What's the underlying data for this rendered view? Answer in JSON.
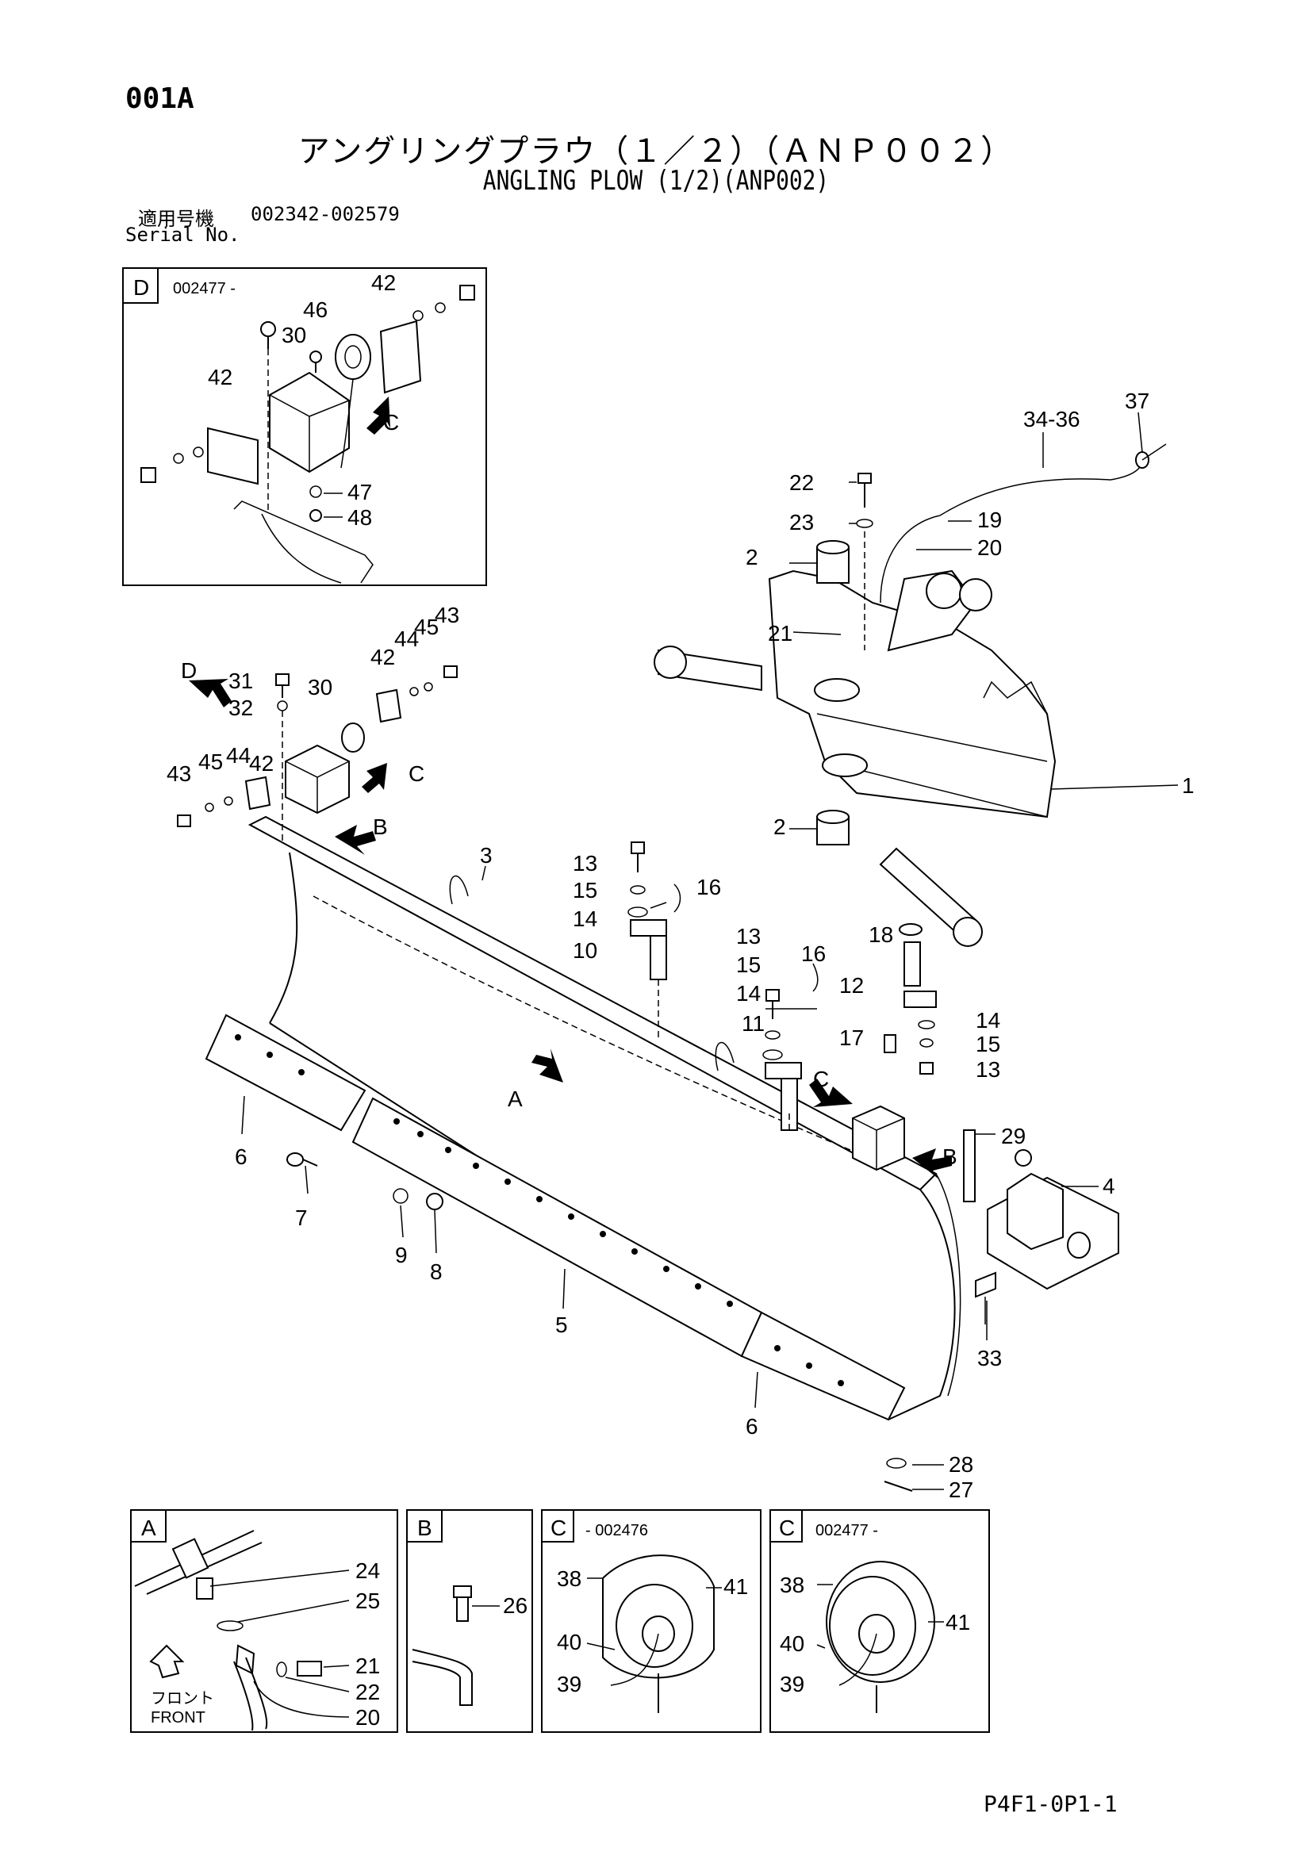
{
  "page_code": "001A",
  "title_jp": "アングリングプラウ（１／２）（ＡＮＰ００２）",
  "title_en": "ANGLING PLOW (1/2)(ANP002)",
  "serial": {
    "label_jp": "適用号機",
    "value": "002342-002579",
    "label_en": "Serial No."
  },
  "footer_code": "P4F1-0P1-1",
  "inset_d": {
    "tag": "D",
    "range": "002477 -",
    "labels": [
      "42",
      "46",
      "30",
      "42",
      "47",
      "48",
      "C"
    ]
  },
  "inset_a": {
    "tag": "A",
    "labels": [
      "24",
      "25",
      "21",
      "22",
      "20"
    ],
    "front_jp": "フロント",
    "front_en": "FRONT"
  },
  "inset_b": {
    "tag": "B",
    "labels": [
      "26"
    ]
  },
  "inset_c1": {
    "tag": "C",
    "range": "- 002476",
    "labels": [
      "38",
      "41",
      "40",
      "39"
    ]
  },
  "inset_c2": {
    "tag": "C",
    "range": "002477 -",
    "labels": [
      "38",
      "41",
      "40",
      "39"
    ]
  },
  "main_labels": [
    "37",
    "34-36",
    "22",
    "23",
    "19",
    "20",
    "2",
    "21",
    "1",
    "2",
    "31",
    "32",
    "30",
    "42",
    "44",
    "45",
    "43",
    "42",
    "44",
    "45",
    "43",
    "D",
    "C",
    "B",
    "3",
    "13",
    "15",
    "16",
    "14",
    "10",
    "13",
    "15",
    "16",
    "14",
    "18",
    "12",
    "11",
    "14",
    "17",
    "15",
    "13",
    "A",
    "C",
    "B",
    "29",
    "4",
    "6",
    "7",
    "9",
    "8",
    "5",
    "33",
    "6",
    "28",
    "27"
  ]
}
